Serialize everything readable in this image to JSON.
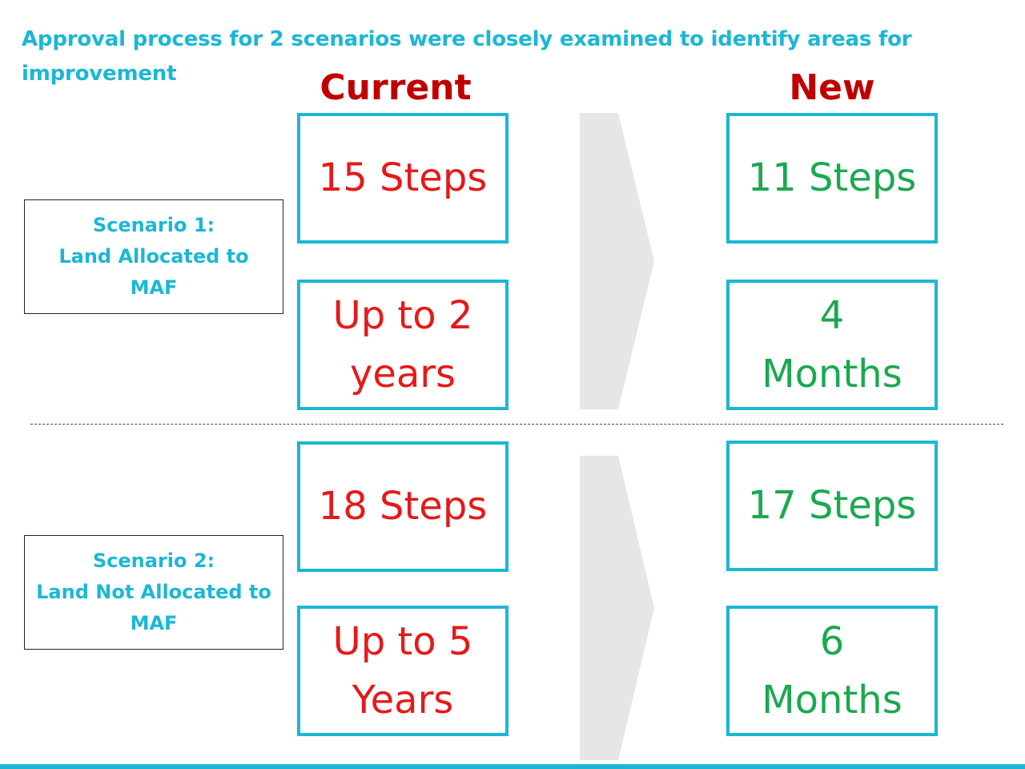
{
  "title": "Approval process for 2 scenarios were closely examined to identify areas for improvement",
  "headers": {
    "current": "Current",
    "new": "New"
  },
  "scenarios": [
    {
      "label_lines": [
        "Scenario 1:",
        "Land Allocated to",
        "MAF"
      ],
      "current": {
        "steps": [
          "15 Steps"
        ],
        "duration": [
          "Up to 2",
          "years"
        ]
      },
      "new": {
        "steps": [
          "11 Steps"
        ],
        "duration": [
          "4",
          "Months"
        ]
      }
    },
    {
      "label_lines": [
        "Scenario 2:",
        "Land Not Allocated to",
        "MAF"
      ],
      "current": {
        "steps": [
          "18 Steps"
        ],
        "duration": [
          "Up to 5",
          "Years"
        ]
      },
      "new": {
        "steps": [
          "17 Steps"
        ],
        "duration": [
          "6",
          "Months"
        ]
      }
    }
  ],
  "colors": {
    "accent": "#1bb7d5",
    "header": "#c00000",
    "current_value": "#e61919",
    "new_value": "#1aa94f",
    "arrow": "#e6e6e6"
  },
  "icons": {
    "transition": "chevron-arrow-icon"
  }
}
